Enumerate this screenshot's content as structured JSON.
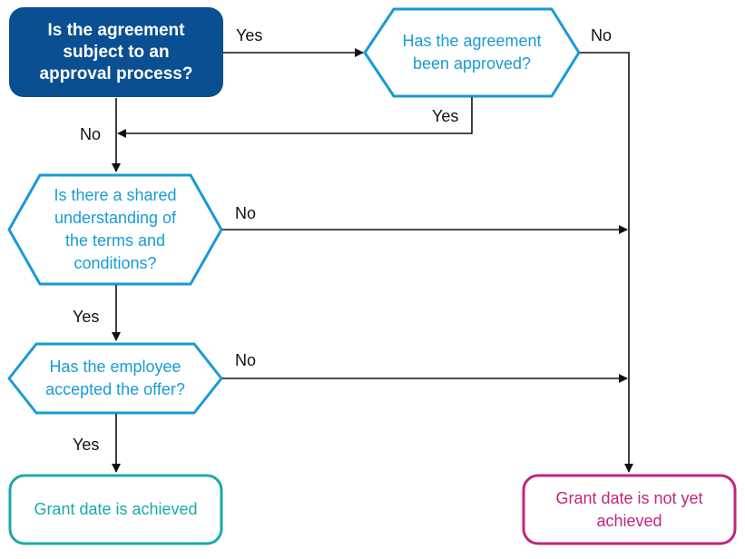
{
  "colors": {
    "start_fill": "#0b4f93",
    "decision_stroke": "#1a9ad6",
    "decision_text": "#1a9ad6",
    "achieved_stroke": "#1aa9a6",
    "achieved_text": "#1aa9a6",
    "not_achieved_stroke": "#c2247f",
    "not_achieved_text": "#c2247f",
    "arrow": "#111111"
  },
  "nodes": {
    "start": "Is the agreement\nsubject to an\napproval process?",
    "approved": "Has the agreement\nbeen approved?",
    "shared": "Is there a shared\nunderstanding of\nthe terms and\nconditions?",
    "accepted": "Has the employee\naccepted the offer?",
    "achieved": "Grant date is achieved",
    "not_achieved": "Grant date is not yet\nachieved"
  },
  "edges": {
    "start_yes": "Yes",
    "approved_no": "No",
    "approved_yes": "Yes",
    "start_no": "No",
    "shared_no": "No",
    "shared_yes": "Yes",
    "accepted_no": "No",
    "accepted_yes": "Yes"
  }
}
